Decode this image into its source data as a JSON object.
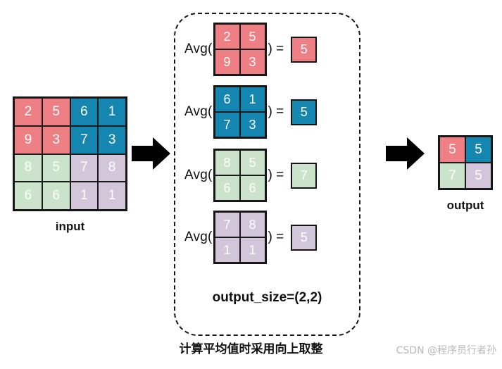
{
  "colors": {
    "red": "#ee7f84",
    "blue": "#1486b0",
    "green": "#cbe3cb",
    "purple": "#d4c6da",
    "outline": "#151515",
    "watermark": "#b9b9b9"
  },
  "input": {
    "label": "input",
    "rows": [
      [
        {
          "v": "2",
          "c": "red"
        },
        {
          "v": "5",
          "c": "red"
        },
        {
          "v": "6",
          "c": "blue"
        },
        {
          "v": "1",
          "c": "blue"
        }
      ],
      [
        {
          "v": "9",
          "c": "red"
        },
        {
          "v": "3",
          "c": "red"
        },
        {
          "v": "7",
          "c": "blue"
        },
        {
          "v": "3",
          "c": "blue"
        }
      ],
      [
        {
          "v": "8",
          "c": "green"
        },
        {
          "v": "5",
          "c": "green"
        },
        {
          "v": "7",
          "c": "purple"
        },
        {
          "v": "8",
          "c": "purple"
        }
      ],
      [
        {
          "v": "6",
          "c": "green"
        },
        {
          "v": "6",
          "c": "green"
        },
        {
          "v": "1",
          "c": "purple"
        },
        {
          "v": "1",
          "c": "purple"
        }
      ]
    ]
  },
  "arrows": {
    "left_arrow": "right-arrow-icon",
    "right_arrow": "right-arrow-icon"
  },
  "pooling": {
    "output_size_text": "output_size=(2,2)",
    "rows": [
      {
        "fn_label": "Avg(",
        "close_eq": ") =",
        "color": "red",
        "values": [
          [
            "2",
            "5"
          ],
          [
            "9",
            "3"
          ]
        ],
        "result": "5"
      },
      {
        "fn_label": "Avg(",
        "close_eq": ") =",
        "color": "blue",
        "values": [
          [
            "6",
            "1"
          ],
          [
            "7",
            "3"
          ]
        ],
        "result": "5"
      },
      {
        "fn_label": "Avg(",
        "close_eq": ") =",
        "color": "green",
        "values": [
          [
            "8",
            "5"
          ],
          [
            "6",
            "6"
          ]
        ],
        "result": "7"
      },
      {
        "fn_label": "Avg(",
        "close_eq": ") =",
        "color": "purple",
        "values": [
          [
            "7",
            "8"
          ],
          [
            "1",
            "1"
          ]
        ],
        "result": "5"
      }
    ]
  },
  "output": {
    "label": "output",
    "rows": [
      [
        {
          "v": "5",
          "c": "red"
        },
        {
          "v": "5",
          "c": "blue"
        }
      ],
      [
        {
          "v": "7",
          "c": "green"
        },
        {
          "v": "5",
          "c": "purple"
        }
      ]
    ]
  },
  "bottom_note": "计算平均值时采用向上取整",
  "watermark": "CSDN @程序员行者孙"
}
